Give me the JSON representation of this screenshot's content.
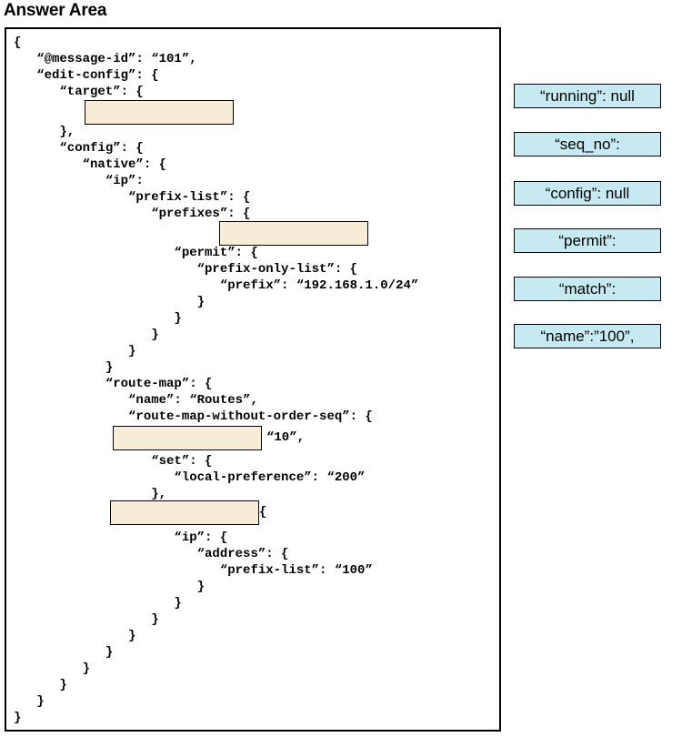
{
  "header": {
    "title": "Answer Area"
  },
  "code": {
    "lines": [
      "{",
      "   “@message-id”: “101”,",
      "   “edit-config”: {",
      "      “target”: {",
      "      },",
      "      “config”: {",
      "         “native”: {",
      "            “ip”:",
      "               “prefix-list”: {",
      "                  “prefixes”: {",
      "                     “permit”: {",
      "                        “prefix-only-list”: {",
      "                           “prefix”: “192.168.1.0/24”",
      "                        }",
      "                     }",
      "                  }",
      "               }",
      "            }",
      "            “route-map”: {",
      "               “name”: “Routes”,",
      "               “route-map-without-order-seq”: {",
      "“10”,",
      "                  “set”: {",
      "                     “local-preference”: “200”",
      "                  },",
      "{",
      "                     “ip”: {",
      "                        “address”: {",
      "                           “prefix-list”: “100”",
      "                        }",
      "                     }",
      "                  }",
      "               }",
      "            }",
      "         }",
      "      }",
      "   }",
      "}"
    ]
  },
  "choices": [
    {
      "label": "“running”: null"
    },
    {
      "label": "“seq_no”:"
    },
    {
      "label": "“config”: null"
    },
    {
      "label": "“permit”:"
    },
    {
      "label": "“match”:"
    },
    {
      "label": "“name”:”100”,"
    }
  ]
}
